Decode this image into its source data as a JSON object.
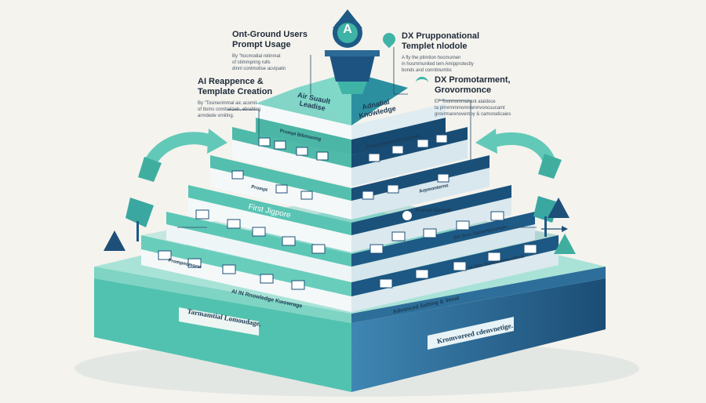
{
  "callouts": {
    "top_left": {
      "title_1": "Ont-Ground Users",
      "title_2": "Prompt Usage",
      "body_1": "By \"hocmodial retinmat",
      "body_2": "of stimmpring rulls",
      "body_3": "dinnl contmolise acvipatin"
    },
    "top_right": {
      "title_1": "DX Prupponational",
      "title_2": "Templet nlodole",
      "body_1": "A fly the ptimtion hocmumen",
      "body_2": "in hosmmunited tem Amipprotectly",
      "body_3": "bonds and conntinumbs"
    },
    "mid_left": {
      "title_1": "AI Reappence &",
      "title_2": "Template Creation",
      "body_1": "By \"Tosmerimmal aic acomit",
      "body_2": "of ttoms combalizeb, ebrahlng",
      "body_3": "armdede vrniting."
    },
    "mid_right": {
      "title_1": "DX Promotarment,",
      "title_2": "Grovormonce",
      "body_1": "EF Toonnommaxant alaldoce",
      "body_2": "ta prmrmmmomnamnvoncuucamt",
      "body_3": "grovrmarenovemoy & camonaticaies"
    }
  },
  "tiers": {
    "apex_left": [
      "Air Suault",
      "Leadise"
    ],
    "apex_right": [
      "Adnatial",
      "Knowledge"
    ],
    "tier2_left": "Prompt Bibmaoing",
    "tier2_right": "Purpcompansnl tompete",
    "tier3_left": "Prompt",
    "tier3_right": "Arpmonterno",
    "tier3_center": "Promat Simplde",
    "tier4_left": "First Jigpore",
    "tier4_right": "DX Stoc Somortacumpn",
    "tier5_left": "Prompnomood",
    "tier5_right": "AI Dim Somonmoanotmal",
    "base_face_left": "AI IN Rnowledge Kwowrage",
    "base_face_right": "Advanced Setting & Venal"
  },
  "base": {
    "plate_left": "Tarmamtial Lomoudage.",
    "plate_right": "Kromvoreed cdenvnetige."
  },
  "apex_icon_letter": "A",
  "icons": [
    "triangle-warning-icon",
    "cycle-arrow-icon",
    "monitor-icon",
    "document-icon",
    "chat-bubble-icon",
    "gear-icon",
    "location-pin-icon",
    "lightbulb-icon",
    "wifi-icon"
  ],
  "colors": {
    "background": "#f4f3ee",
    "navy": "#1c4f7a",
    "teal": "#3fb3a6",
    "light_teal": "#bfe9e1",
    "white_tier": "#f2f6f7"
  }
}
